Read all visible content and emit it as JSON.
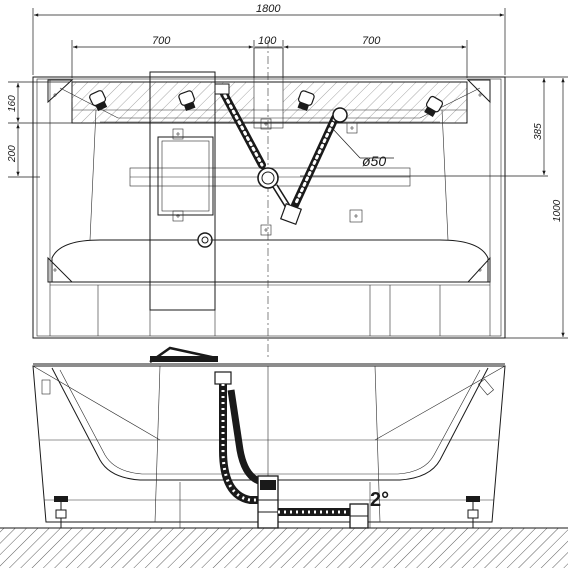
{
  "dimensions": {
    "overall_width": "1800",
    "left_span": "700",
    "middle_span": "100",
    "right_span": "700",
    "left_top": "160",
    "left_bottom": "200",
    "right_inner": "385",
    "right_outer": "1000",
    "pipe_diameter": "ø50"
  },
  "angle_label": "2°"
}
